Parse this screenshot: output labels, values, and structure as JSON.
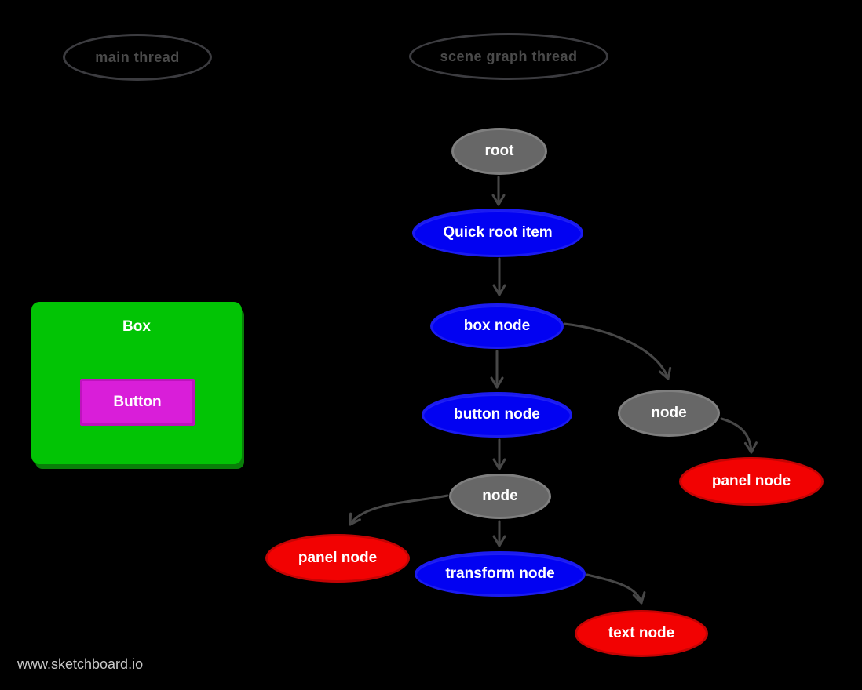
{
  "page": {
    "background": "#000000",
    "watermark": "www.sketchboard.io"
  },
  "threads": [
    {
      "id": "main-thread",
      "label": "main thread"
    },
    {
      "id": "scene-graph-thread",
      "label": "scene graph thread"
    }
  ],
  "ui_preview": {
    "box_label": "Box",
    "button_label": "Button"
  },
  "graph": {
    "nodes": [
      {
        "id": "root",
        "label": "root",
        "type": "gray"
      },
      {
        "id": "quick-root-item",
        "label": "Quick root item",
        "type": "blue"
      },
      {
        "id": "box-node",
        "label": "box node",
        "type": "blue"
      },
      {
        "id": "node-right",
        "label": "node",
        "type": "gray"
      },
      {
        "id": "panel-node-right",
        "label": "panel node",
        "type": "red"
      },
      {
        "id": "button-node",
        "label": "button node",
        "type": "blue"
      },
      {
        "id": "node-left",
        "label": "node",
        "type": "gray"
      },
      {
        "id": "panel-node-left",
        "label": "panel node",
        "type": "red"
      },
      {
        "id": "transform-node",
        "label": "transform node",
        "type": "blue"
      },
      {
        "id": "text-node",
        "label": "text node",
        "type": "red"
      }
    ],
    "edges": [
      {
        "from": "root",
        "to": "quick-root-item"
      },
      {
        "from": "quick-root-item",
        "to": "box-node"
      },
      {
        "from": "box-node",
        "to": "button-node"
      },
      {
        "from": "box-node",
        "to": "node-right"
      },
      {
        "from": "node-right",
        "to": "panel-node-right"
      },
      {
        "from": "button-node",
        "to": "node-left"
      },
      {
        "from": "node-left",
        "to": "panel-node-left"
      },
      {
        "from": "node-left",
        "to": "transform-node"
      },
      {
        "from": "transform-node",
        "to": "text-node"
      }
    ]
  },
  "colors": {
    "background": "#000000",
    "node_gray_fill": "#676767",
    "node_gray_border": "#7f7f7f",
    "node_blue_fill": "#0202f2",
    "node_red_fill": "#f20202",
    "node_red_border": "#c40404",
    "box_green": "#02c405",
    "box_green_shadow": "#097f09",
    "button_magenta": "#d91ed9",
    "edge_stroke": "#474747",
    "thread_outline": "#3c3c40",
    "thread_text": "#4a4a4a",
    "watermark_text": "#c9c9c9"
  }
}
